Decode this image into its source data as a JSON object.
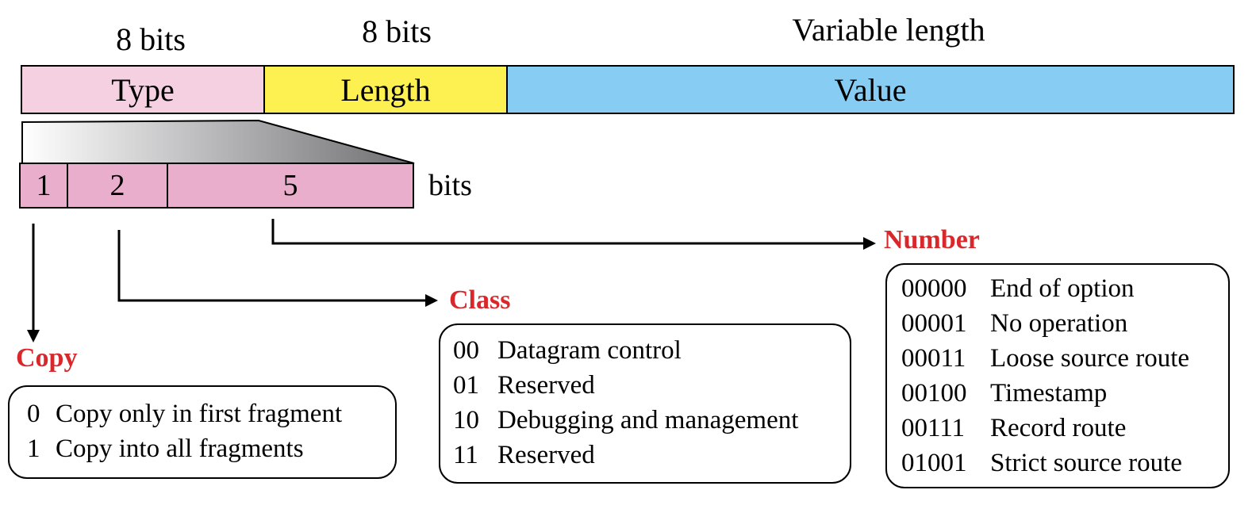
{
  "headers": {
    "type_size": "8 bits",
    "length_size": "8 bits",
    "value_size": "Variable length"
  },
  "fields": {
    "type": "Type",
    "length": "Length",
    "value": "Value"
  },
  "subfields": {
    "copy_bits": "1",
    "class_bits": "2",
    "number_bits": "5",
    "unit": "bits"
  },
  "colors": {
    "type_fill": "#f4d0e1",
    "length_fill": "#fcf150",
    "value_fill": "#87cdf3",
    "subfield_fill": "#e8aecb",
    "label_red": "#d9282b"
  },
  "copy": {
    "title": "Copy",
    "items": [
      {
        "code": "0",
        "text": "Copy only in first fragment"
      },
      {
        "code": "1",
        "text": "Copy into all fragments"
      }
    ]
  },
  "class": {
    "title": "Class",
    "items": [
      {
        "code": "00",
        "text": "Datagram control"
      },
      {
        "code": "01",
        "text": "Reserved"
      },
      {
        "code": "10",
        "text": "Debugging and management"
      },
      {
        "code": "11",
        "text": "Reserved"
      }
    ]
  },
  "number": {
    "title": "Number",
    "items": [
      {
        "code": "00000",
        "text": "End of option"
      },
      {
        "code": "00001",
        "text": "No operation"
      },
      {
        "code": "00011",
        "text": "Loose source route"
      },
      {
        "code": "00100",
        "text": "Timestamp"
      },
      {
        "code": "00111",
        "text": "Record route"
      },
      {
        "code": "01001",
        "text": "Strict source route"
      }
    ]
  }
}
